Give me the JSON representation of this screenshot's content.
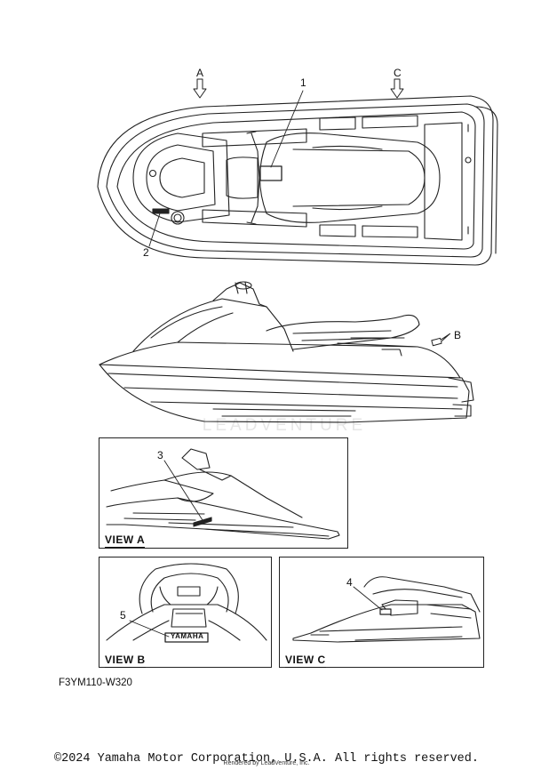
{
  "callouts": {
    "one": "1",
    "two": "2",
    "three": "3",
    "four": "4",
    "five": "5"
  },
  "view_arrows": {
    "a": "A",
    "b": "B",
    "c": "C"
  },
  "views": {
    "a": "VIEW A",
    "b": "VIEW B",
    "c": "VIEW C"
  },
  "decal_text": "YAMAHA",
  "watermark": "LEADVENTURE",
  "diagram_code": "F3YM110-W320",
  "footer": {
    "copyright": "©2024 Yamaha Motor Corporation, U.S.A. All rights reserved.",
    "rendered_by": "Rendered by LeadVenture, Inc."
  }
}
